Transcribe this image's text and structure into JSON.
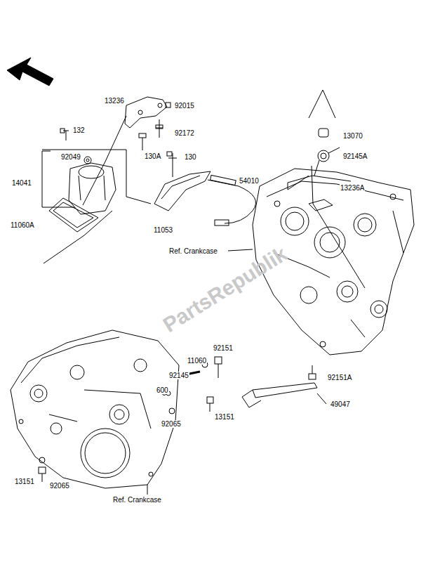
{
  "diagram": {
    "labels": [
      "13236",
      "92015",
      "132",
      "92172",
      "92049",
      "130A",
      "130",
      "14041",
      "54010",
      "11060A",
      "11053",
      "13070",
      "92145A",
      "13236A",
      "Ref. Crankcase",
      "92151",
      "11060",
      "92145",
      "600",
      "13151",
      "92151A",
      "49047",
      "92065",
      "13151",
      "92065",
      "Ref. Crankcase",
      "PartsRepublik"
    ]
  }
}
